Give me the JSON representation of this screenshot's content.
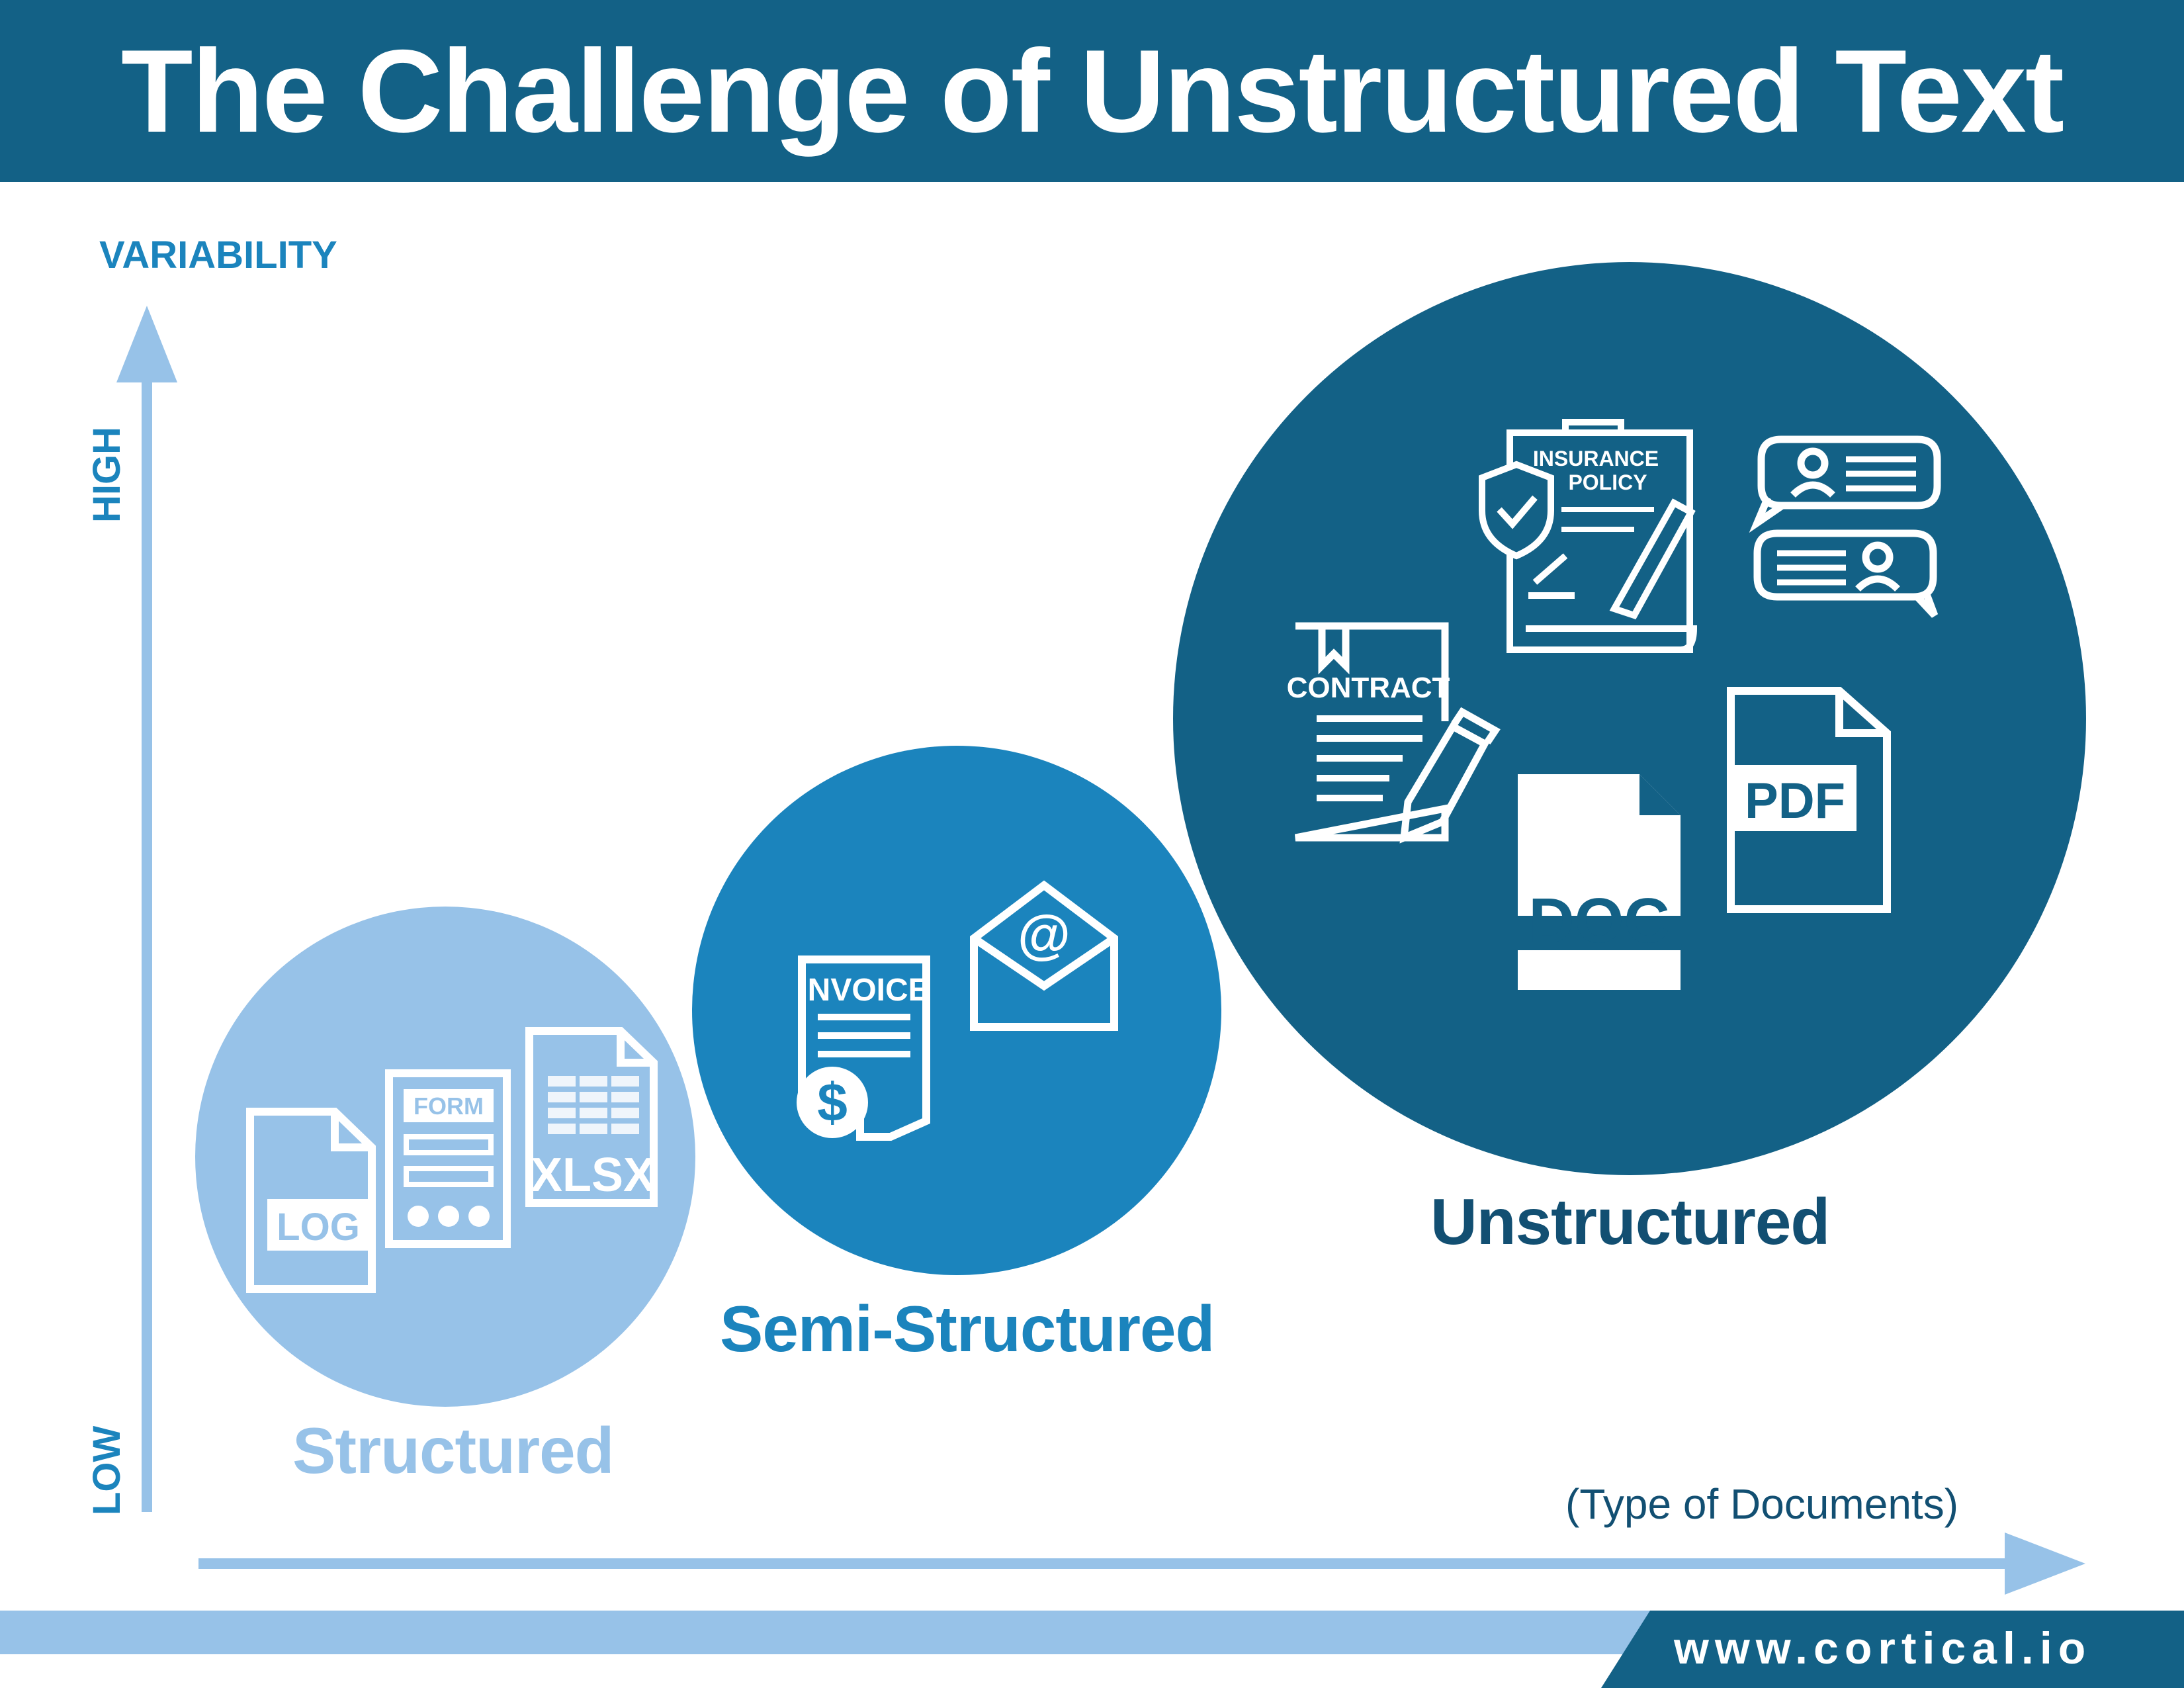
{
  "title": "The Challenge of Unstructured Text",
  "y_axis": {
    "label": "VARIABILITY",
    "high": "HIGH",
    "low": "LOW"
  },
  "x_axis": {
    "label": "(Type of Documents)"
  },
  "categories": {
    "structured": {
      "label": "Structured",
      "color": "#97c2e8",
      "documents": [
        {
          "icon": "log-file-icon",
          "text": "LOG"
        },
        {
          "icon": "form-icon",
          "text": "FORM"
        },
        {
          "icon": "spreadsheet-icon",
          "text": "XLSX"
        }
      ]
    },
    "semi_structured": {
      "label": "Semi-Structured",
      "color": "#1b84bd",
      "documents": [
        {
          "icon": "invoice-icon",
          "text": "INVOICE"
        },
        {
          "icon": "email-icon",
          "text": "@"
        }
      ]
    },
    "unstructured": {
      "label": "Unstructured",
      "color": "#136186",
      "documents": [
        {
          "icon": "insurance-policy-icon",
          "text_line1": "INSURANCE",
          "text_line2": "POLICY"
        },
        {
          "icon": "chat-icon"
        },
        {
          "icon": "contract-icon",
          "text": "CONTRACT"
        },
        {
          "icon": "doc-file-icon",
          "text": "DOC"
        },
        {
          "icon": "pdf-file-icon",
          "text": "PDF"
        }
      ]
    }
  },
  "footer": {
    "url": "www.cortical.io"
  },
  "colors": {
    "dark_blue": "#136186",
    "mid_blue": "#1b84bd",
    "light_blue": "#97c2e8",
    "text_dark": "#124f72"
  }
}
